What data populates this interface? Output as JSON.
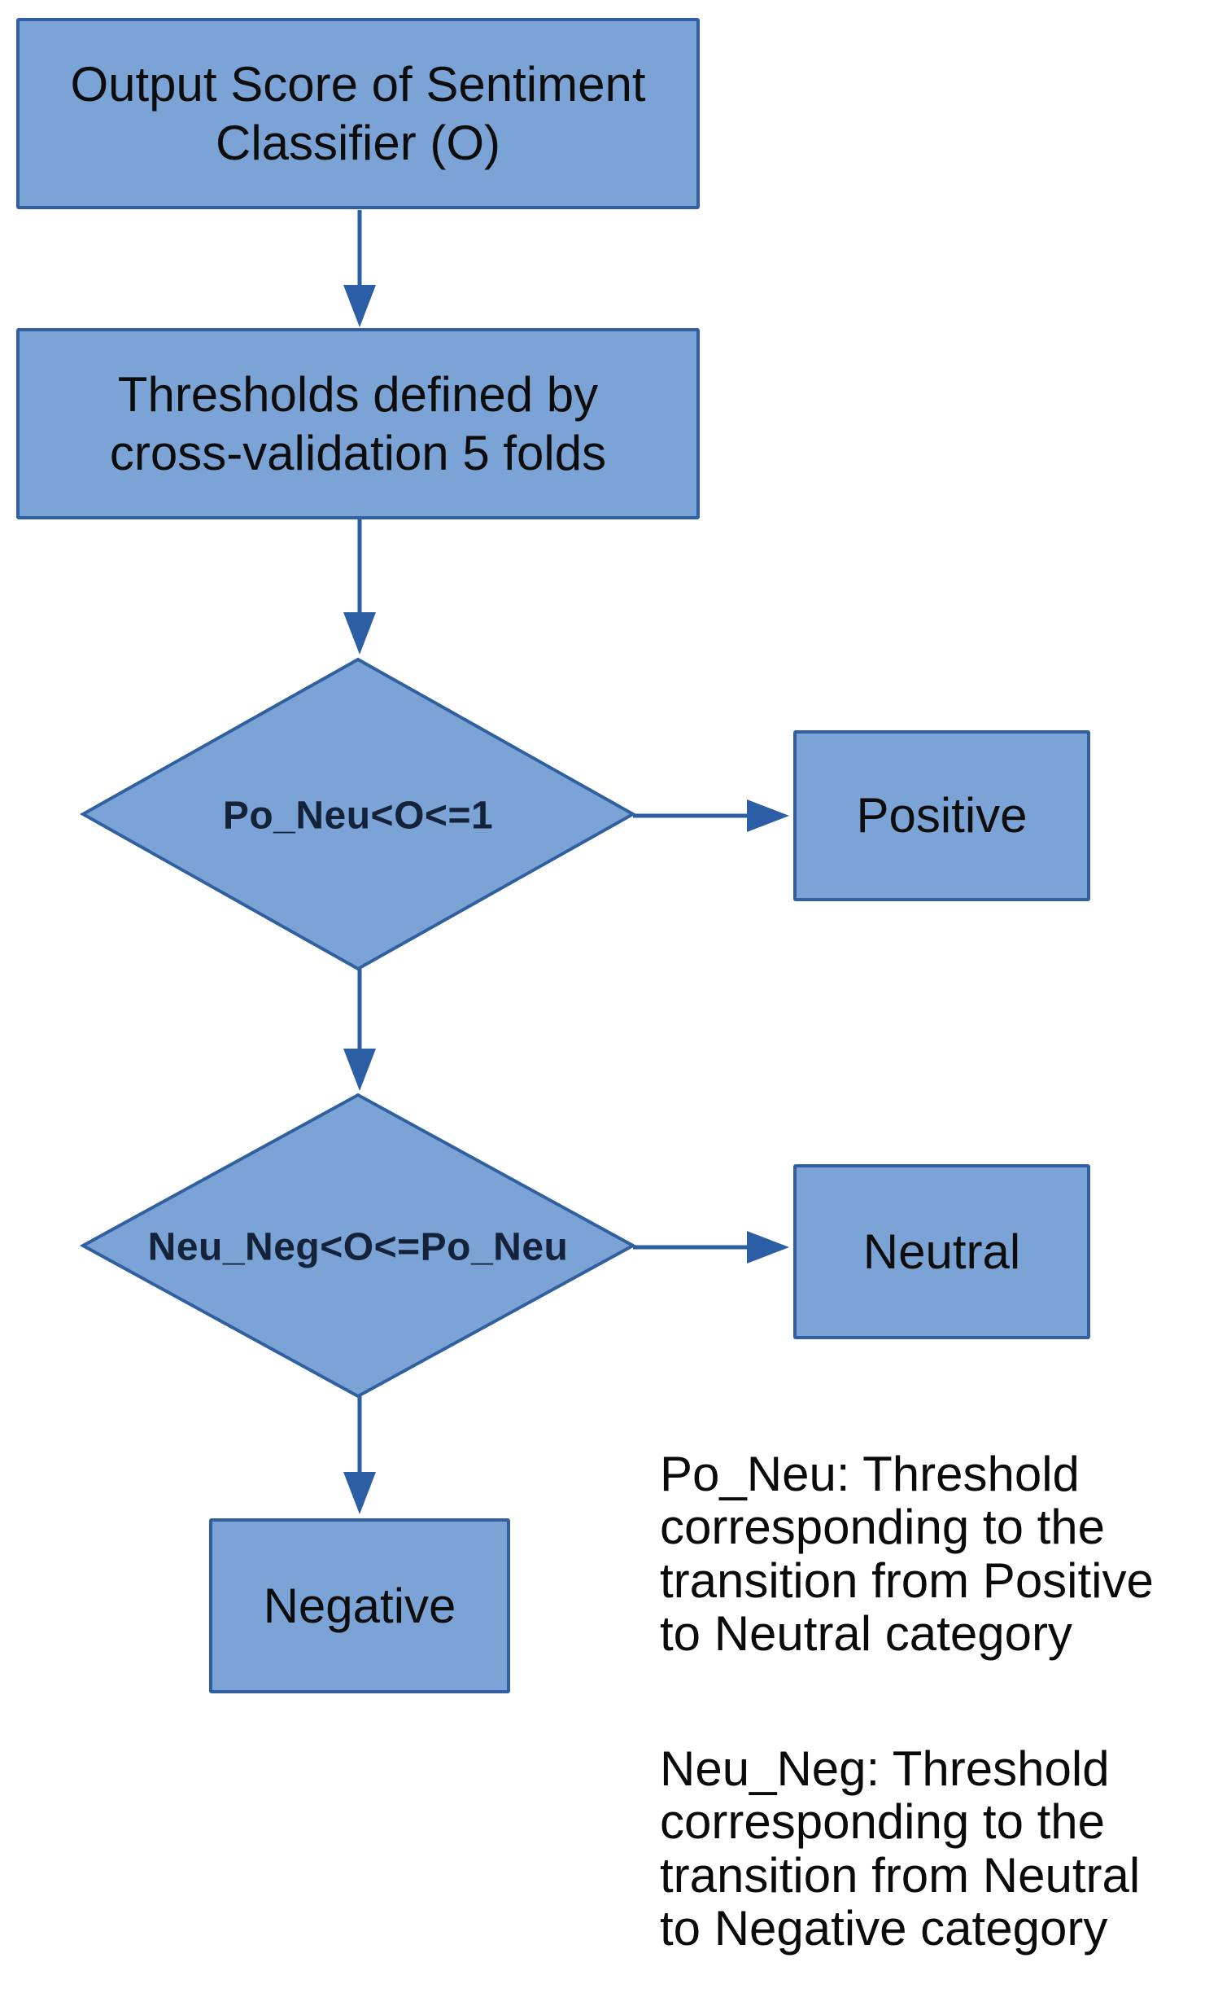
{
  "colors": {
    "node_fill": "#7BA3D6",
    "node_border": "#30609F",
    "connector": "#2C5EA5",
    "text_color": "#0D0D0D"
  },
  "nodes": {
    "start": {
      "type": "process",
      "label": "Output Score of Sentiment\nClassifier (O)"
    },
    "thresholds": {
      "type": "process",
      "label": "Thresholds defined by\ncross-validation 5 folds"
    },
    "decision_po_neu": {
      "type": "decision",
      "label": "Po_Neu<O<=1"
    },
    "positive": {
      "type": "result",
      "label": "Positive"
    },
    "decision_neu_neg": {
      "type": "decision",
      "label": "Neu_Neg<O<=Po_Neu"
    },
    "neutral": {
      "type": "result",
      "label": "Neutral"
    },
    "negative": {
      "type": "result",
      "label": "Negative"
    }
  },
  "edges": [
    {
      "from": "start",
      "to": "thresholds"
    },
    {
      "from": "thresholds",
      "to": "decision_po_neu"
    },
    {
      "from": "decision_po_neu",
      "to": "positive"
    },
    {
      "from": "decision_po_neu",
      "to": "decision_neu_neg"
    },
    {
      "from": "decision_neu_neg",
      "to": "neutral"
    },
    {
      "from": "decision_neu_neg",
      "to": "negative"
    }
  ],
  "notes": {
    "po_neu": "Po_Neu: Threshold\ncorresponding to the\ntransition from Positive\nto Neutral category",
    "neu_neg": "Neu_Neg: Threshold\ncorresponding to the\ntransition from Neutral\nto Negative category"
  }
}
